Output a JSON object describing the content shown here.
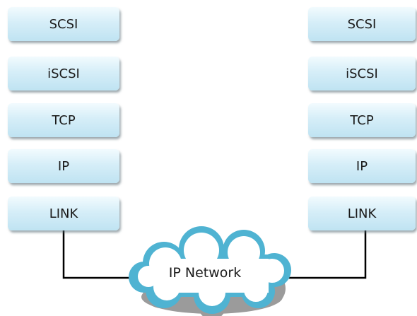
{
  "left_stack": {
    "layers": [
      "SCSI",
      "iSCSI",
      "TCP",
      "IP",
      "LINK"
    ]
  },
  "right_stack": {
    "layers": [
      "SCSI",
      "iSCSI",
      "TCP",
      "IP",
      "LINK"
    ]
  },
  "network": {
    "label": "IP Network"
  },
  "colors": {
    "box_top": "#f2fbfe",
    "box_bottom": "#bfe3f2",
    "cloud_outline": "#4fb3d2",
    "cloud_shadow": "#8a8a8a",
    "wire": "#000000"
  }
}
